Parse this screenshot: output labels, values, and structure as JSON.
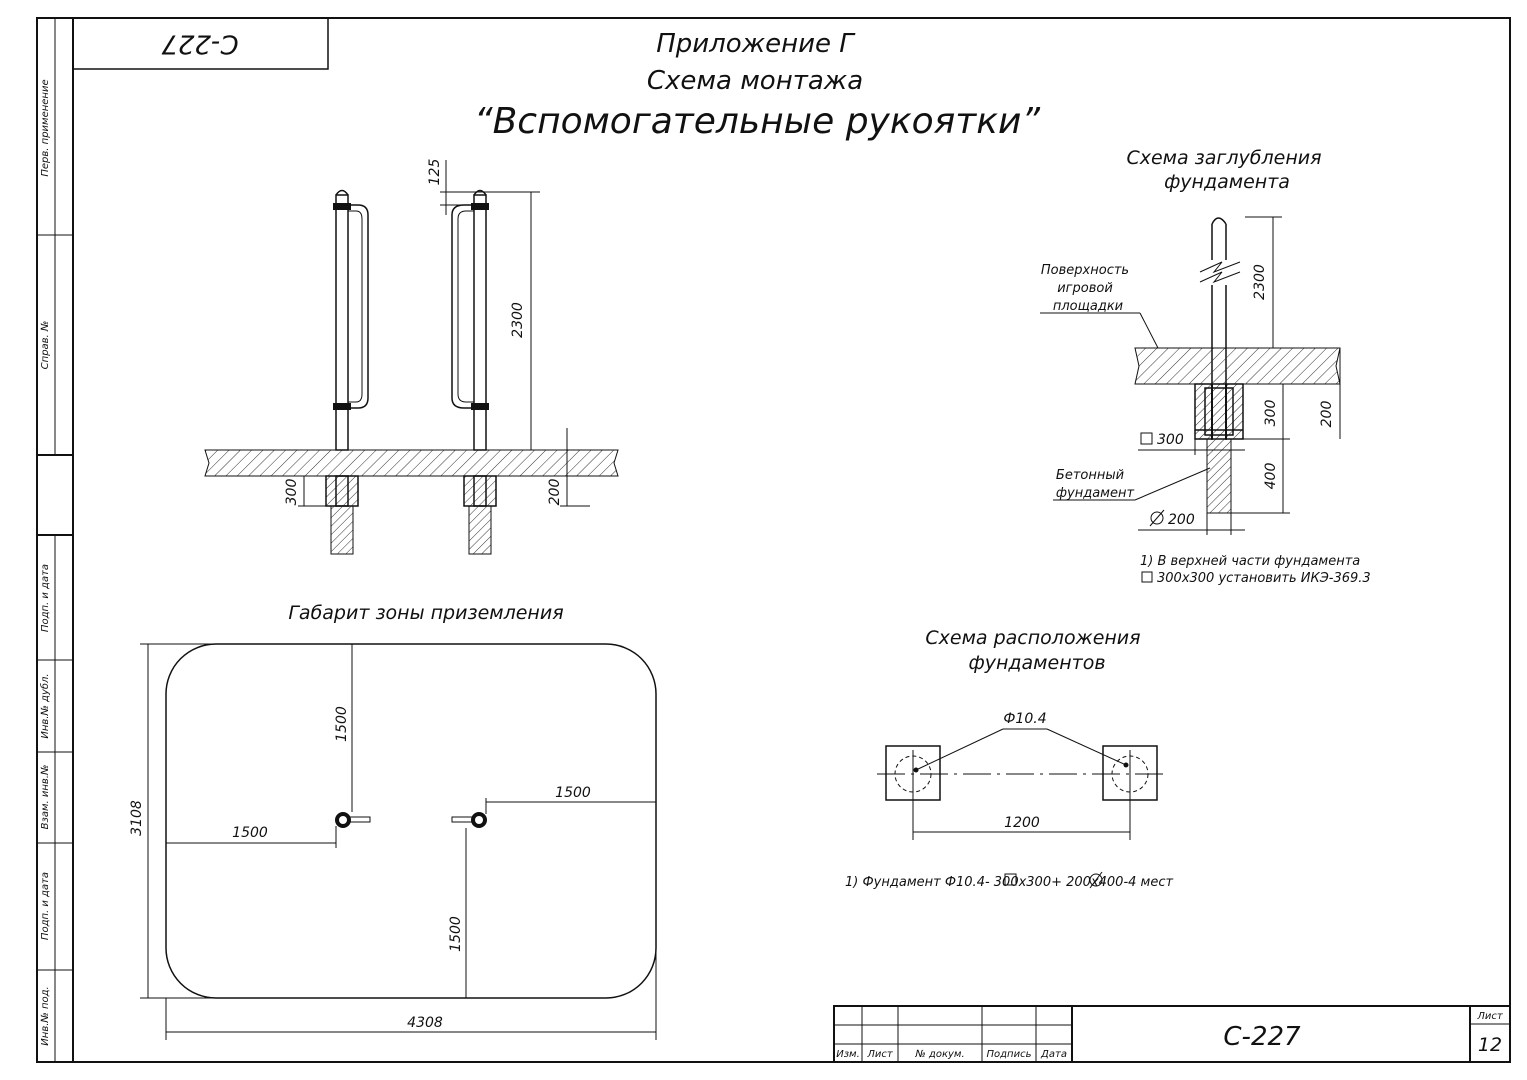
{
  "header": {
    "code_box": "С-227",
    "appendix": "Приложение Г",
    "scheme": "Схема монтажа",
    "name": "“Вспомогательные рукоятки”"
  },
  "side_labels": [
    "Перв. применение",
    "Справ. №",
    "Подп. и дата",
    "Инв.№ дубл.",
    "Взам. инв.№",
    "Подп. и дата",
    "Инв.№ под."
  ],
  "mounting": {
    "dim_top": "125",
    "dim_height": "2300",
    "dim_depth": "300",
    "dim_cover": "200"
  },
  "foundation_depth": {
    "title_line1": "Схема заглубления",
    "title_line2": "фундамента",
    "surface_label": [
      "Поверхность",
      "игровой",
      "площадки"
    ],
    "concrete_label": [
      "Бетонный",
      "фундамент"
    ],
    "dim_height": "2300",
    "dim_square_depth": "300",
    "dim_cover": "200",
    "dim_square": "300",
    "dim_pile_depth": "400",
    "dim_diameter": "200",
    "note_line1": "1) В верхней части фундамента",
    "note_line2": "300х300 установить ИКЭ-369.3"
  },
  "landing_zone": {
    "title": "Габарит зоны приземления",
    "dim_width": "4308",
    "dim_height": "3108",
    "dim_left": "1500",
    "dim_right": "1500",
    "dim_top": "1500",
    "dim_bottom": "1500"
  },
  "layout_scheme": {
    "title_line1": "Схема расположения",
    "title_line2": "фундаментов",
    "label_foundation": "Ф10.4",
    "dim_spacing": "1200",
    "note": "1) Фундамент Ф10.4-  300х300+  200х400-4 мест"
  },
  "title_block": {
    "col_izm": "Изм.",
    "col_list": "Лист",
    "col_doc": "№ докум.",
    "col_sign": "Подпись",
    "col_date": "Дата",
    "code": "С-227",
    "sheet_label": "Лист",
    "sheet_number": "12"
  }
}
